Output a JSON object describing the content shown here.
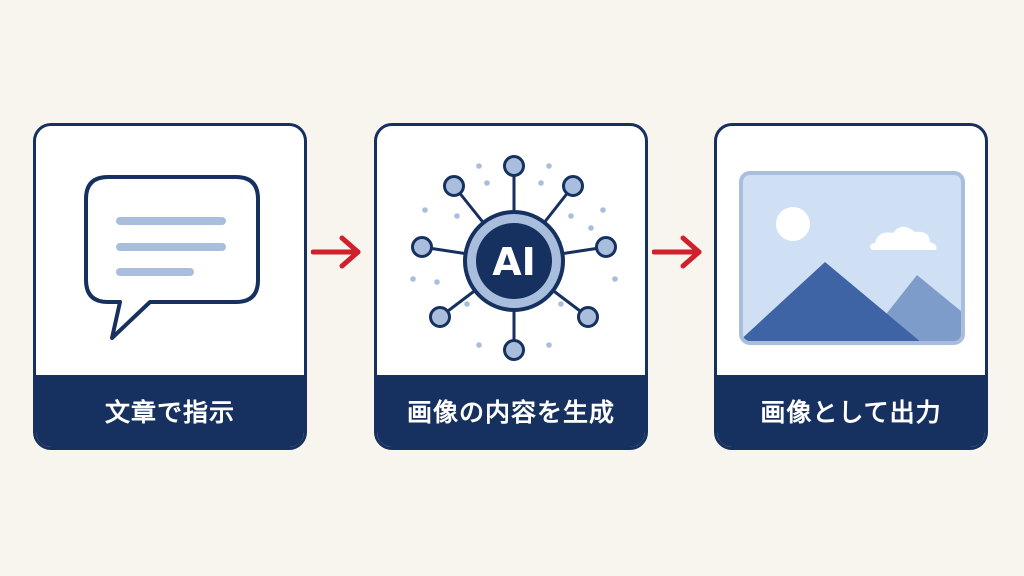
{
  "steps": [
    {
      "label": "文章で指示",
      "icon": "speech-bubble-icon"
    },
    {
      "label": "画像の内容を生成",
      "icon": "ai-network-icon",
      "badge": "AI"
    },
    {
      "label": "画像として出力",
      "icon": "landscape-image-icon"
    }
  ],
  "colors": {
    "background": "#f8f4ee",
    "navy": "#16305f",
    "arrow_red": "#d0202b",
    "light_blue": "#a9bedd",
    "sky": "#cfe0f5",
    "mountain": "#3f64a6",
    "mountain_back": "#7e9cca"
  }
}
